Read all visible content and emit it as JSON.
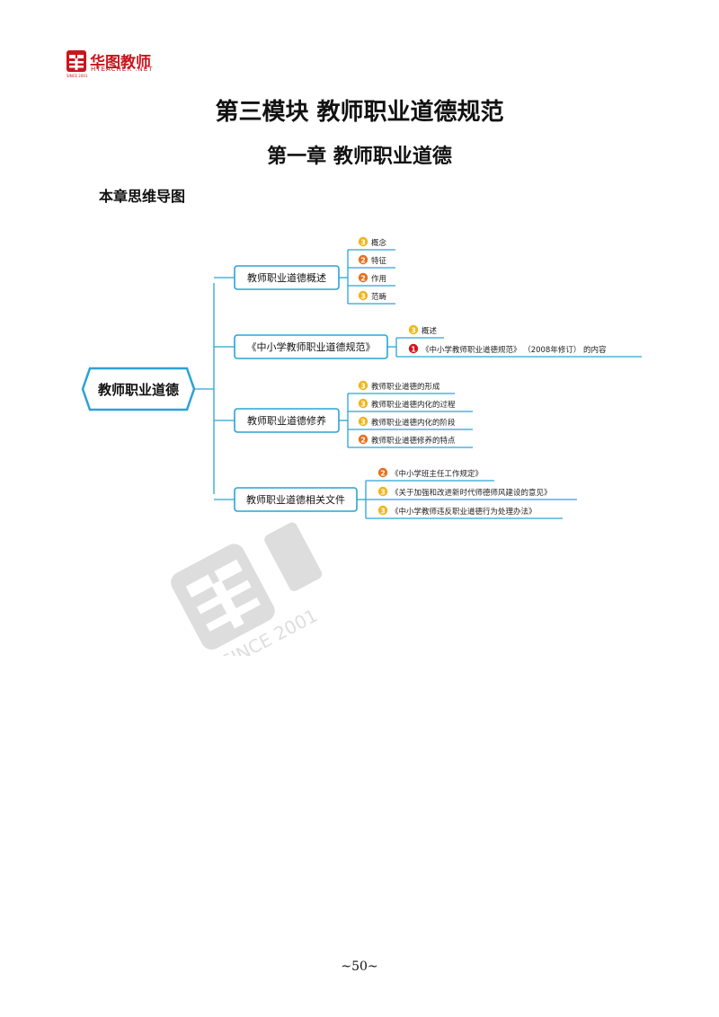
{
  "header": {
    "brand_cn": "华图教师",
    "brand_en": "HTEACHER .NET",
    "since": "SINCE 2001",
    "brand_color": "#c8161d"
  },
  "titles": {
    "module": "第三模块  教师职业道德规范",
    "chapter": "第一章  教师职业道德",
    "section": "本章思维导图"
  },
  "mindmap": {
    "line_color": "#2aa3d6",
    "root": "教师职业道德",
    "branches": [
      {
        "label": "教师职业道德概述",
        "items": [
          {
            "badge": "3",
            "text": "概念"
          },
          {
            "badge": "2",
            "text": "特征"
          },
          {
            "badge": "2",
            "text": "作用"
          },
          {
            "badge": "3",
            "text": "范畴"
          }
        ]
      },
      {
        "label": "《中小学教师职业道德规范》",
        "items": [
          {
            "badge": "3",
            "text": "概述"
          },
          {
            "badge": "1",
            "text": "《中小学教师职业道德规范》 （2008年修订） 的内容"
          }
        ]
      },
      {
        "label": "教师职业道德修养",
        "items": [
          {
            "badge": "3",
            "text": "教师职业道德的形成"
          },
          {
            "badge": "3",
            "text": "教师职业道德内化的过程"
          },
          {
            "badge": "3",
            "text": "教师职业道德内化的阶段"
          },
          {
            "badge": "2",
            "text": "教师职业道德修养的特点"
          }
        ]
      },
      {
        "label": "教师职业道德相关文件",
        "items": [
          {
            "badge": "2",
            "text": "《中小学班主任工作规定》"
          },
          {
            "badge": "3",
            "text": "《关于加强和改进新时代师德师风建设的意见》"
          },
          {
            "badge": "3",
            "text": "《中小学教师违反职业道德行为处理办法》"
          }
        ]
      }
    ],
    "badge_colors": {
      "1": "#d7141f",
      "2": "#e8701e",
      "3": "#f1b51c"
    }
  },
  "watermark": {
    "text": "SINCE 2001"
  },
  "footer": {
    "page_number": "~50~"
  }
}
